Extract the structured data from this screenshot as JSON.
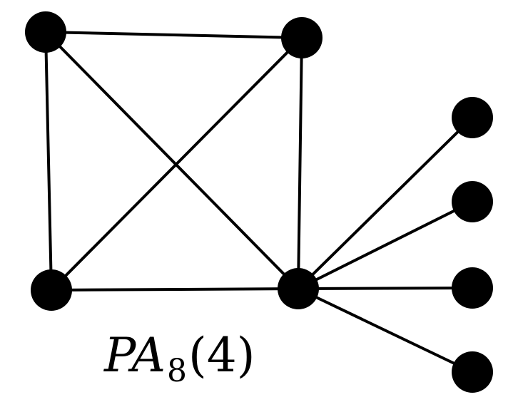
{
  "diagram": {
    "label": {
      "symbol": "PA",
      "subscript": "8",
      "argument": "(4)"
    },
    "node_color": "#000000",
    "edge_color": "#000000",
    "vertices": [
      "v1",
      "v2",
      "v3",
      "v4",
      "v5",
      "v6",
      "v7",
      "v8"
    ],
    "edges": [
      [
        "v1",
        "v2"
      ],
      [
        "v1",
        "v3"
      ],
      [
        "v1",
        "v4"
      ],
      [
        "v2",
        "v3"
      ],
      [
        "v2",
        "v4"
      ],
      [
        "v3",
        "v4"
      ],
      [
        "v4",
        "v5"
      ],
      [
        "v4",
        "v6"
      ],
      [
        "v4",
        "v7"
      ],
      [
        "v4",
        "v8"
      ]
    ]
  }
}
